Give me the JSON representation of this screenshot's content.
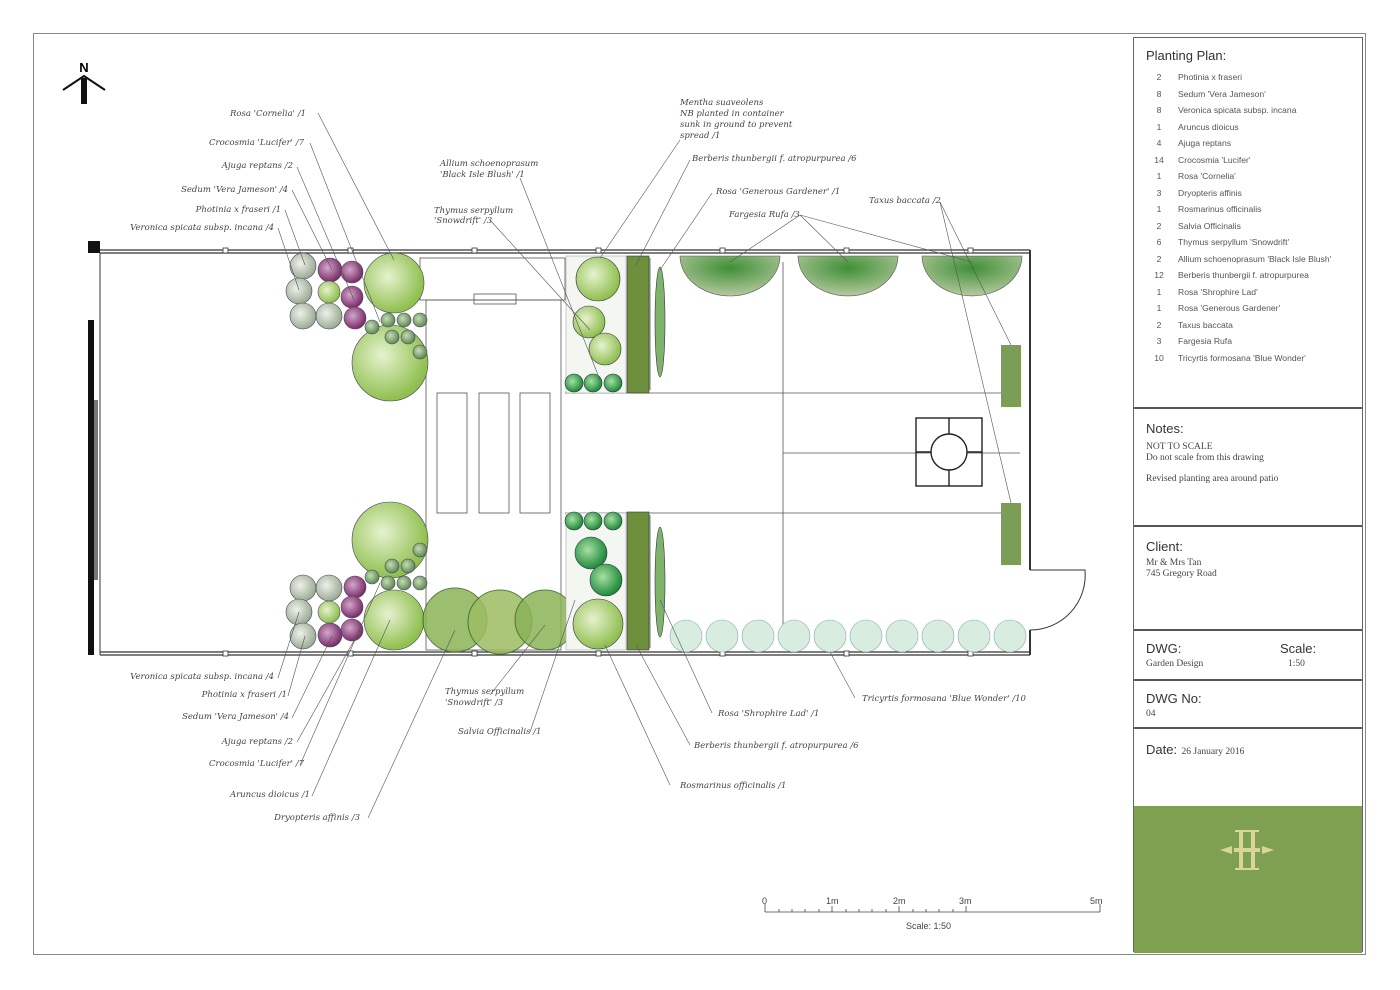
{
  "north_label": "N",
  "title_block": {
    "planting_plan": {
      "heading": "Planting Plan:",
      "items": [
        {
          "qty": "2",
          "name": "Photinia x fraseri"
        },
        {
          "qty": "8",
          "name": "Sedum 'Vera Jameson'"
        },
        {
          "qty": "8",
          "name": "Veronica spicata subsp. incana"
        },
        {
          "qty": "1",
          "name": "Aruncus dioicus"
        },
        {
          "qty": "4",
          "name": "Ajuga reptans"
        },
        {
          "qty": "14",
          "name": "Crocosmia 'Lucifer'"
        },
        {
          "qty": "1",
          "name": "Rosa 'Cornelia'"
        },
        {
          "qty": "3",
          "name": "Dryopteris affinis"
        },
        {
          "qty": "1",
          "name": "Rosmarinus officinalis"
        },
        {
          "qty": "2",
          "name": "Salvia Officinalis"
        },
        {
          "qty": "6",
          "name": "Thymus serpyllum 'Snowdrift'"
        },
        {
          "qty": "2",
          "name": "Allium schoenoprasum 'Black Isle Blush'"
        },
        {
          "qty": "12",
          "name": "Berberis thunbergii f. atropurpurea"
        },
        {
          "qty": "1",
          "name": "Rosa 'Shrophire Lad'"
        },
        {
          "qty": "1",
          "name": "Rosa 'Generous Gardener'"
        },
        {
          "qty": "2",
          "name": "Taxus baccata"
        },
        {
          "qty": "3",
          "name": "Fargesia Rufa"
        },
        {
          "qty": "10",
          "name": "Tricyrtis formosana 'Blue Wonder'"
        }
      ]
    },
    "notes": {
      "heading": "Notes:",
      "line1": "NOT TO SCALE",
      "line2": "Do not scale from this drawing",
      "line3": "Revised planting area around patio"
    },
    "client": {
      "heading": "Client:",
      "name": "Mr & Mrs Tan",
      "address": "745 Gregory Road"
    },
    "dwg": {
      "heading": "DWG:",
      "value": "Garden Design",
      "scale_heading": "Scale:",
      "scale_value": "1:50"
    },
    "dwg_no": {
      "heading": "DWG No:",
      "value": "04"
    },
    "date": {
      "heading": "Date:",
      "value": "26 January 2016"
    },
    "logo_color": "#7fa050"
  },
  "labels": {
    "rosa_cornelia": "Rosa 'Cornelia' /1",
    "crocosmia_top": "Crocosmia 'Lucifer' /7",
    "ajuga_top": "Ajuga reptans /2",
    "sedum_top": "Sedum 'Vera Jameson' /4",
    "photinia_top": "Photinia x fraseri /1",
    "veronica_top": "Veronica spicata subsp. incana /4",
    "allium_1": "Allium schoenoprasum",
    "allium_2": "'Black Isle Blush' /1",
    "thymus_top_1": "Thymus serpyllum",
    "thymus_top_2": "'Snowdrift' /3",
    "mentha_1": "Mentha suaveolens",
    "mentha_2": "NB planted in container",
    "mentha_3": "sunk in ground to prevent",
    "mentha_4": "spread /1",
    "berberis_top": "Berberis thunbergii f. atropurpurea /6",
    "rosa_generous": "Rosa 'Generous Gardener' /1",
    "fargesia": "Fargesia Rufa /3",
    "taxus": "Taxus baccata /2",
    "veronica_bot": "Veronica spicata subsp. incana /4",
    "photinia_bot": "Photinia x fraseri /1",
    "sedum_bot": "Sedum 'Vera Jameson' /4",
    "ajuga_bot": "Ajuga reptans /2",
    "crocosmia_bot": "Crocosmia 'Lucifer' /7",
    "aruncus": "Aruncus dioicus /1",
    "dryopteris": "Dryopteris affinis /3",
    "thymus_bot_1": "Thymus serpyllum",
    "thymus_bot_2": "'Snowdrift' /3",
    "salvia": "Salvia Officinalis /1",
    "rosa_shrophire": "Rosa 'Shrophire Lad' /1",
    "berberis_bot": "Berberis thunbergii f. atropurpurea /6",
    "rosmarinus": "Rosmarinus officinalis /1",
    "tricyrtis": "Tricyrtis formosana 'Blue Wonder' /10"
  },
  "scale_bar": {
    "ticks": [
      "0",
      "1m",
      "2m",
      "3m",
      "5m"
    ],
    "caption": "Scale: 1:50"
  }
}
